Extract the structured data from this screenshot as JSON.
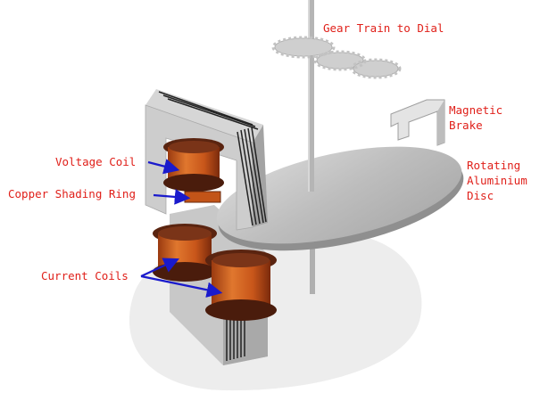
{
  "labels": {
    "gear_train": "Gear Train to Dial",
    "magnetic_brake": [
      "Magnetic",
      "Brake"
    ],
    "rotating_disc": [
      "Rotating",
      "Aluminium",
      "Disc"
    ],
    "voltage_coil": "Voltage Coil",
    "shading_ring": "Copper Shading Ring",
    "current_coils": "Current Coils"
  },
  "colors": {
    "label_text": "#e0201a",
    "arrow": "#1a1acc",
    "coil": "#d4601e",
    "coil_dark": "#5a2410",
    "metal": "#b8b8b8",
    "disc": "#c4c4c4",
    "shadow": "#ececec"
  }
}
